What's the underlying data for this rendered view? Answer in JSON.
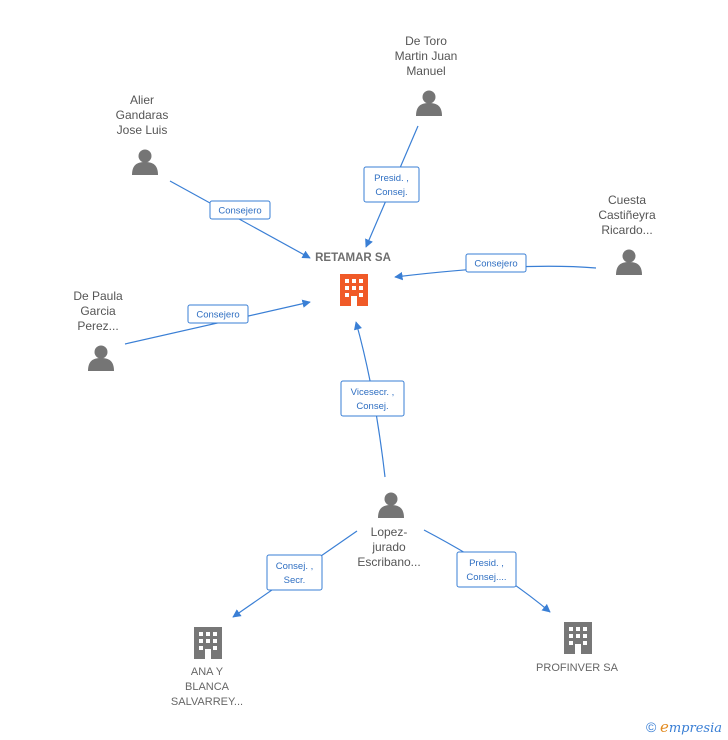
{
  "center": {
    "name": "RETAMAR SA"
  },
  "persons": {
    "de_toro": [
      "De Toro",
      "Martin Juan",
      "Manuel"
    ],
    "alier": [
      "Alier",
      "Gandaras",
      "Jose Luis"
    ],
    "cuesta": [
      "Cuesta",
      "Castiñeyra",
      "Ricardo..."
    ],
    "de_paula": [
      "De Paula",
      "Garcia",
      "Perez..."
    ],
    "lopez": [
      "Lopez-",
      "jurado",
      "Escribano..."
    ]
  },
  "companies": {
    "ana": [
      "ANA Y",
      "BLANCA",
      "SALVARREY..."
    ],
    "profinver": [
      "PROFINVER SA"
    ]
  },
  "edges": {
    "de_toro": [
      "Presid. ,",
      "Consej."
    ],
    "alier": [
      "Consejero"
    ],
    "cuesta": [
      "Consejero"
    ],
    "de_paula": [
      "Consejero"
    ],
    "lopez_retamar": [
      "Vicesecr. ,",
      "Consej."
    ],
    "lopez_ana": [
      "Consej. ,",
      "Secr."
    ],
    "lopez_profinver": [
      "Presid. ,",
      "Consej...."
    ]
  },
  "brand": {
    "symbol": "©",
    "first": "e",
    "rest": "mpresia"
  },
  "colors": {
    "edge": "#3a7fd5",
    "main_company": "#f05a28",
    "node": "#757575"
  }
}
